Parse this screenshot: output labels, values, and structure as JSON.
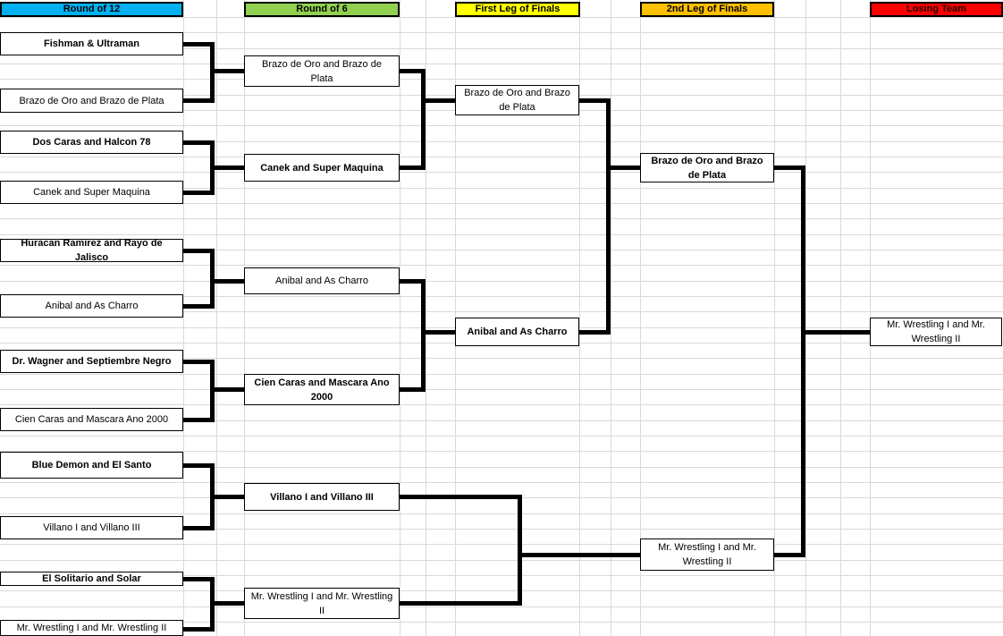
{
  "headers": [
    {
      "label": "Round of 12",
      "bg": "#00B0F0",
      "fg": "#000000"
    },
    {
      "label": "Round of 6",
      "bg": "#92D050",
      "fg": "#000000"
    },
    {
      "label": "First Leg of Finals",
      "bg": "#FFFF00",
      "fg": "#000000"
    },
    {
      "label": "2nd Leg of Finals",
      "bg": "#FFC000",
      "fg": "#000000"
    },
    {
      "label": "Losing Team",
      "bg": "#FF0000",
      "fg": "#1C0000"
    }
  ],
  "rounds": {
    "round_of_12": [
      {
        "label": "Fishman & Ultraman",
        "bold": true
      },
      {
        "label": "Brazo de Oro and Brazo de Plata",
        "bold": false
      },
      {
        "label": "Dos Caras and Halcon 78",
        "bold": true
      },
      {
        "label": "Canek and Super Maquina",
        "bold": false
      },
      {
        "label": "Huracan Ramirez and Rayo de Jalisco",
        "bold": true
      },
      {
        "label": "Anibal and As Charro",
        "bold": false
      },
      {
        "label": "Dr. Wagner and Septiembre Negro",
        "bold": true
      },
      {
        "label": "Cien Caras and Mascara Ano 2000",
        "bold": false
      },
      {
        "label": "Blue Demon and El Santo",
        "bold": true
      },
      {
        "label": "Villano I and Villano III",
        "bold": false
      },
      {
        "label": "El Solitario and Solar",
        "bold": true
      },
      {
        "label": "Mr. Wrestling I and Mr. Wrestling II",
        "bold": false
      }
    ],
    "round_of_6": [
      {
        "label": "Brazo de Oro and Brazo de Plata",
        "bold": false
      },
      {
        "label": "Canek and Super Maquina",
        "bold": true
      },
      {
        "label": "Anibal and As Charro",
        "bold": false
      },
      {
        "label": "Cien Caras and Mascara Ano 2000",
        "bold": true
      },
      {
        "label": "Villano I and Villano III",
        "bold": true
      },
      {
        "label": "Mr. Wrestling I and Mr. Wrestling II",
        "bold": false
      }
    ],
    "first_leg_of_finals": [
      {
        "label": "Brazo de Oro and Brazo de Plata",
        "bold": false
      },
      {
        "label": "Anibal and As Charro",
        "bold": true
      }
    ],
    "second_leg_of_finals": [
      {
        "label": "Brazo de Oro and Brazo de Plata",
        "bold": true
      },
      {
        "label": "Mr. Wrestling I and Mr. Wrestling II",
        "bold": false
      }
    ],
    "losing_team": [
      {
        "label": "Mr. Wrestling I and Mr. Wrestling II",
        "bold": false
      }
    ]
  },
  "colors": {
    "gridline": "#D9D9D9",
    "bracket_line": "#000000",
    "box_border": "#000000",
    "box_fill": "#FFFFFF"
  }
}
